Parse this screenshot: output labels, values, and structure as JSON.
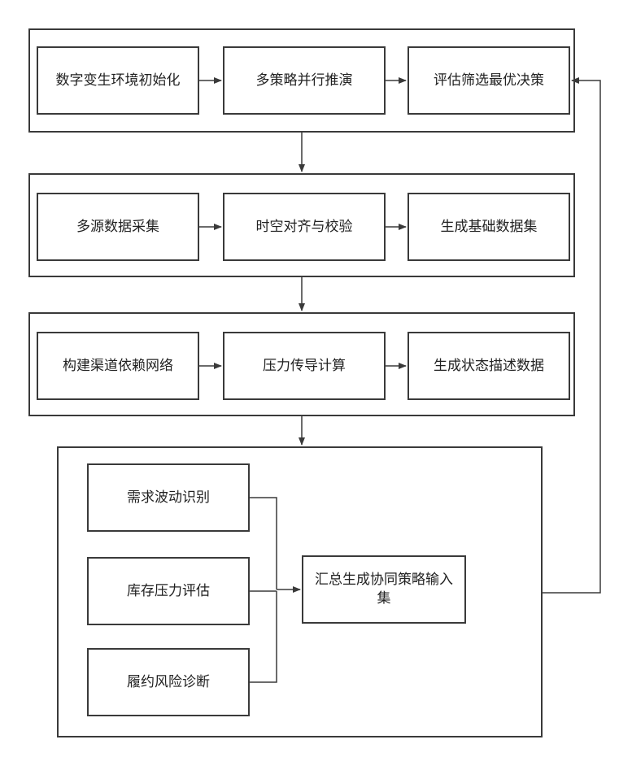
{
  "groups": [
    {
      "nodes": [
        "数字变生环境初始化",
        "多策略并行推演",
        "评估筛选最优决策"
      ]
    },
    {
      "nodes": [
        "多源数据采集",
        "时空对齐与校验",
        "生成基础数据集"
      ]
    },
    {
      "nodes": [
        "构建渠道依赖网络",
        "压力传导计算",
        "生成状态描述数据"
      ]
    }
  ],
  "analysis": {
    "inputs": [
      "需求波动识别",
      "库存压力评估",
      "履约风险诊断"
    ],
    "summary": "汇总生成协同策略输入集"
  }
}
